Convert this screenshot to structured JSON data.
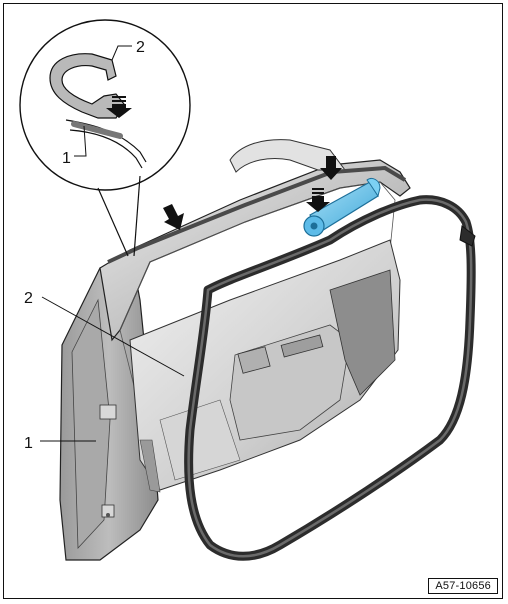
{
  "callouts": {
    "detail_2": "2",
    "detail_1": "1",
    "main_2": "2",
    "main_1": "1"
  },
  "reference": "A57-10656",
  "colors": {
    "tool": "#6fc6ef",
    "door_light": "#d9d9d9",
    "door_mid": "#b8b8b8",
    "door_dark": "#8e8e8e",
    "seal": "#3a3a3a",
    "outline": "#111111"
  },
  "icons": {
    "arrow": "down-arrow-icon",
    "press_arrow": "dashed-down-arrow-icon"
  }
}
